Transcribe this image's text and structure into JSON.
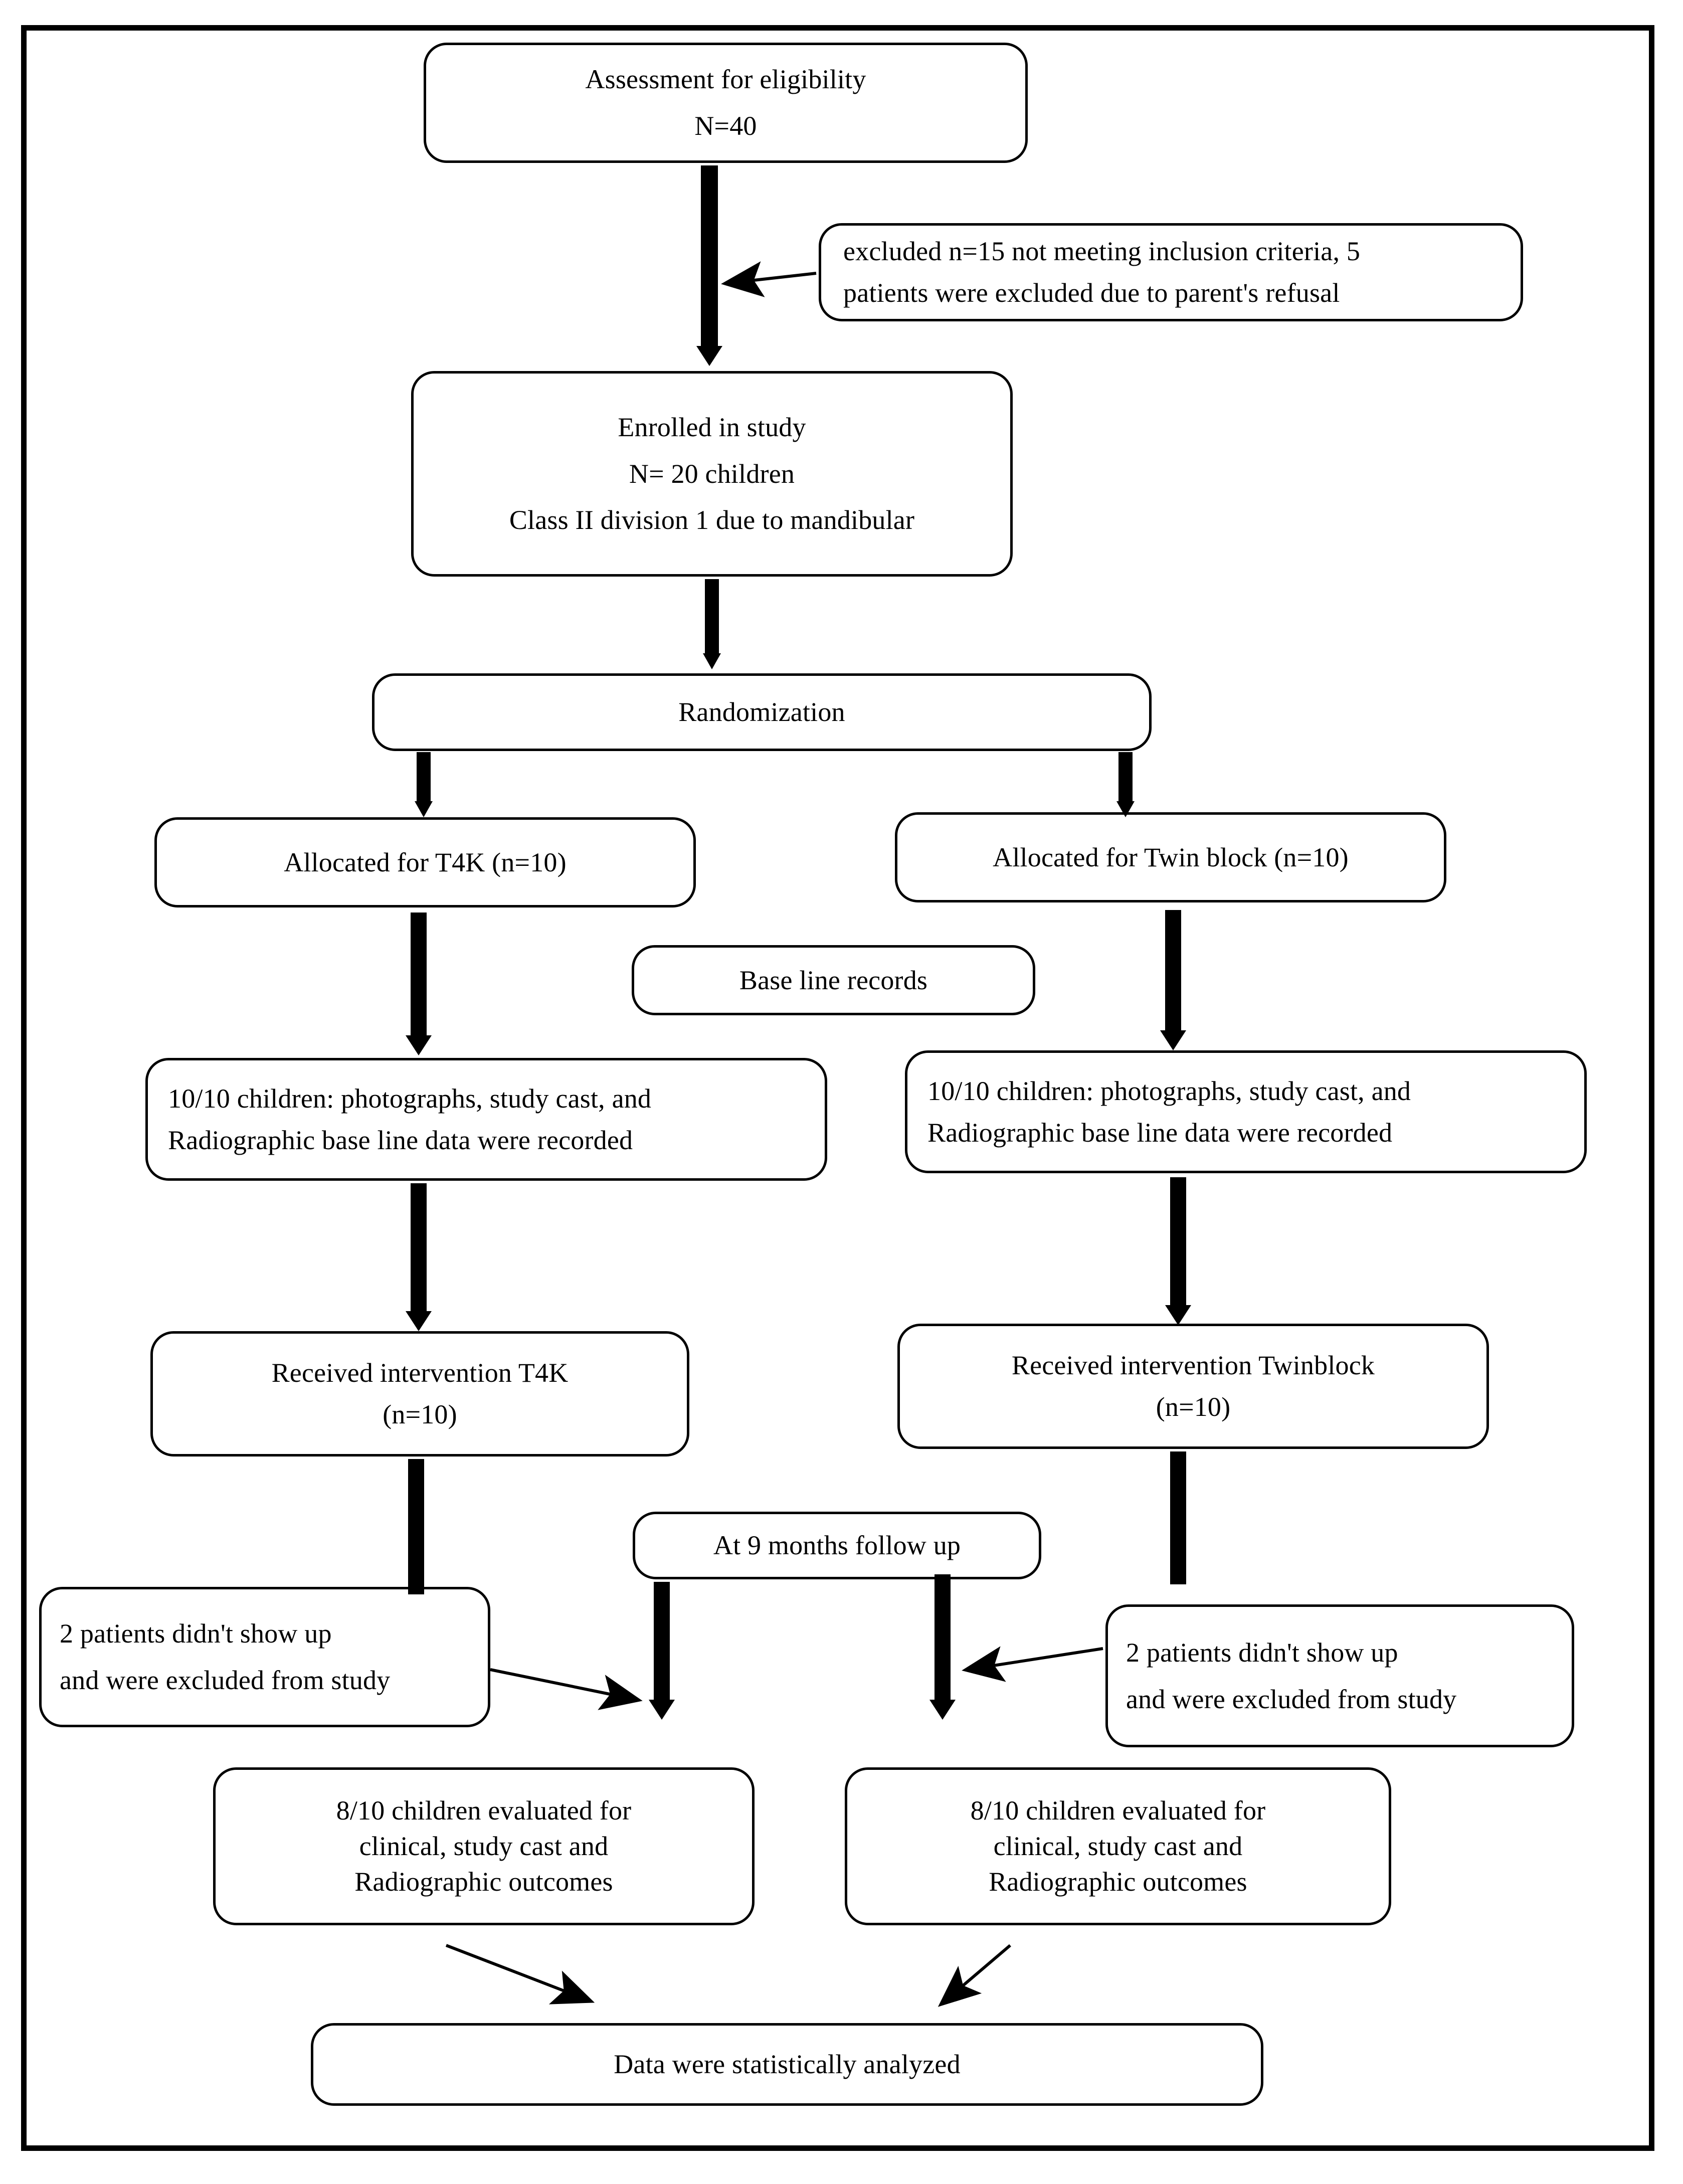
{
  "diagram": {
    "title": "CONSORT-style participant flow diagram",
    "type": "flowchart",
    "stroke_color": "#000000",
    "background_color": "#ffffff",
    "nodes": {
      "assessment": {
        "lines": [
          "Assessment for eligibility",
          "N=40"
        ]
      },
      "excluded_top": {
        "lines": [
          "excluded n=15 not meeting inclusion criteria, 5",
          "patients were excluded due to parent's refusal"
        ]
      },
      "enrolled": {
        "lines": [
          "Enrolled in study",
          "N= 20 children",
          "Class II division 1 due to mandibular"
        ]
      },
      "randomization": {
        "lines": [
          "Randomization"
        ]
      },
      "alloc_left": {
        "lines": [
          "Allocated for T4K (n=10)"
        ]
      },
      "alloc_right": {
        "lines": [
          "Allocated for Twin block (n=10)"
        ]
      },
      "baseline_records": {
        "lines": [
          "Base line records"
        ]
      },
      "baseline_left": {
        "lines": [
          "10/10 children: photographs, study cast, and",
          "Radiographic base line data were recorded"
        ]
      },
      "baseline_right": {
        "lines": [
          "10/10 children: photographs, study cast, and",
          "Radiographic base line data were recorded"
        ]
      },
      "intervention_left": {
        "lines": [
          "Received intervention T4K",
          "(n=10)"
        ]
      },
      "intervention_right": {
        "lines": [
          "Received intervention Twinblock",
          "(n=10)"
        ]
      },
      "followup": {
        "lines": [
          "At 9 months follow up"
        ]
      },
      "dropout_left": {
        "lines": [
          "2 patients didn't show up",
          "and were excluded from study"
        ]
      },
      "dropout_right": {
        "lines": [
          "2 patients didn't show up",
          "and were excluded from study"
        ]
      },
      "evaluated_left": {
        "lines": [
          "8/10 children evaluated for",
          "clinical, study cast and",
          "Radiographic outcomes"
        ]
      },
      "evaluated_right": {
        "lines": [
          "8/10 children evaluated for",
          "clinical, study cast and",
          "Radiographic outcomes"
        ]
      },
      "analysis": {
        "lines": [
          "Data were statistically analyzed"
        ]
      }
    }
  }
}
